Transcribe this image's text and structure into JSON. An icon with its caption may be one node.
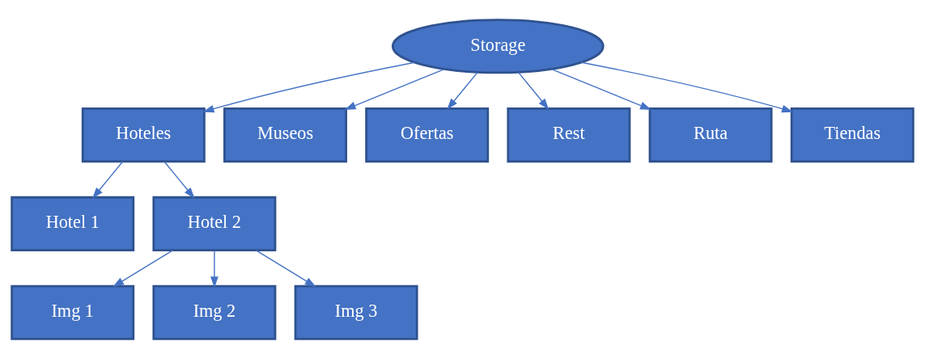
{
  "diagram": {
    "nodes": [
      {
        "text": [
          "Storage"
        ]
      },
      {
        "text": [
          "Hoteles"
        ]
      },
      {
        "text": [
          "Museos"
        ]
      },
      {
        "text": [
          "Ofertas"
        ]
      },
      {
        "text": [
          "Rest"
        ]
      },
      {
        "text": [
          "Ruta"
        ]
      },
      {
        "text": [
          "Tiendas"
        ]
      },
      {
        "text": [
          "Hotel 1"
        ]
      },
      {
        "text": [
          "Hotel 2"
        ]
      },
      {
        "text": [
          "Img 1"
        ]
      },
      {
        "text": [
          "Img 2"
        ]
      },
      {
        "text": [
          "Img 3"
        ]
      }
    ],
    "edges": [
      {
        "from": 0,
        "to": 1,
        "arrow": "to"
      },
      {
        "from": 0,
        "to": 2,
        "arrow": "to"
      },
      {
        "from": 0,
        "to": 3,
        "arrow": "to"
      },
      {
        "from": 0,
        "to": 4,
        "arrow": "to"
      },
      {
        "from": 0,
        "to": 5,
        "arrow": "to"
      },
      {
        "from": 0,
        "to": 6,
        "arrow": "to"
      },
      {
        "from": 1,
        "to": 7,
        "arrow": "to"
      },
      {
        "from": 1,
        "to": 8,
        "arrow": "to"
      },
      {
        "from": 8,
        "to": 9,
        "arrow": "to"
      },
      {
        "from": 8,
        "to": 10,
        "arrow": "to"
      },
      {
        "from": 8,
        "to": 11,
        "arrow": "to"
      }
    ]
  }
}
